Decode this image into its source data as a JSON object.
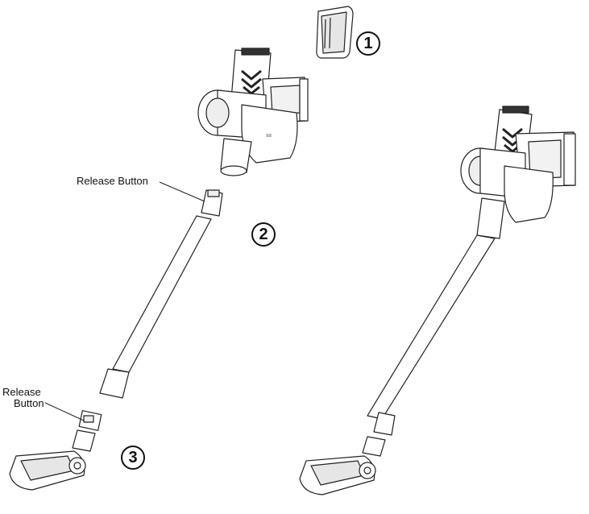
{
  "callouts": {
    "release_button_top": "Release  Button",
    "release_button_bottom_line1": "Release",
    "release_button_bottom_line2": "Button"
  },
  "steps": [
    "1",
    "2",
    "3"
  ],
  "colors": {
    "line": "#222222",
    "fill": "#ffffff",
    "shade": "#d9d9d9"
  }
}
